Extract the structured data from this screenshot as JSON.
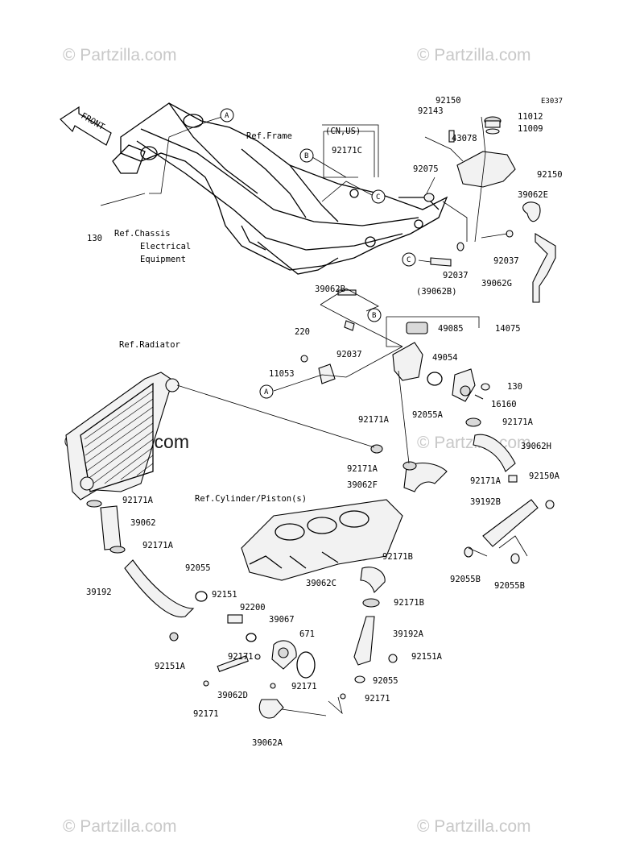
{
  "watermarks": {
    "top_left": "© Partzilla.com",
    "top_right": "© Partzilla.com",
    "middle": "© Partzilla.com",
    "middle_right": "© Partzilla.com",
    "bottom_left": "© Partzilla.com",
    "bottom_right": "© Partzilla.com"
  },
  "diagram_code": "E3037",
  "front_label": "FRONT",
  "refs": {
    "frame": "Ref.Frame",
    "chassis_1": "Ref.Chassis",
    "chassis_2": "Electrical",
    "chassis_3": "Equipment",
    "radiator": "Ref.Radiator",
    "cylinder": "Ref.Cylinder/Piston(s)"
  },
  "region_box": {
    "title": "(CN,US)",
    "part": "92171C"
  },
  "callouts": {
    "a": "A",
    "b": "B",
    "c": "C"
  },
  "parts": {
    "p92150_top": "92150",
    "p92143": "92143",
    "p11012": "11012",
    "p11009": "11009",
    "p43078": "43078",
    "p92150_right": "92150",
    "p92075": "92075",
    "p39062E": "39062E",
    "p92037_right": "92037",
    "p39062G": "39062G",
    "p92037_mid": "92037",
    "p39062B_paren": "(39062B)",
    "p130_left": "130",
    "p39062B": "39062B",
    "p220": "220",
    "p92037_low": "92037",
    "p49085": "49085",
    "p14075": "14075",
    "p49054": "49054",
    "p11053": "11053",
    "p130_right": "130",
    "p16160": "16160",
    "p92055A": "92055A",
    "p92171A_a": "92171A",
    "p92171A_b": "92171A",
    "p39062H": "39062H",
    "p92171A_c": "92171A",
    "p39062F": "39062F",
    "p92171A_d": "92171A",
    "p92150A": "92150A",
    "p92171A_e": "92171A",
    "p39062": "39062",
    "p92171A_f": "92171A",
    "p39192B": "39192B",
    "p92171B_a": "92171B",
    "p92055B_a": "92055B",
    "p92055B_b": "92055B",
    "p39062C": "39062C",
    "p92171B_b": "92171B",
    "p92055_a": "92055",
    "p39192": "39192",
    "p92151": "92151",
    "p92200": "92200",
    "p39067": "39067",
    "p671": "671",
    "p39192A": "39192A",
    "p92151A_a": "92151A",
    "p92151A_b": "92151A",
    "p92171_a": "92171",
    "p92055_b": "92055",
    "p39062D": "39062D",
    "p92171_b": "92171",
    "p92171_c": "92171",
    "p92171_d": "92171",
    "p39062A": "39062A"
  }
}
